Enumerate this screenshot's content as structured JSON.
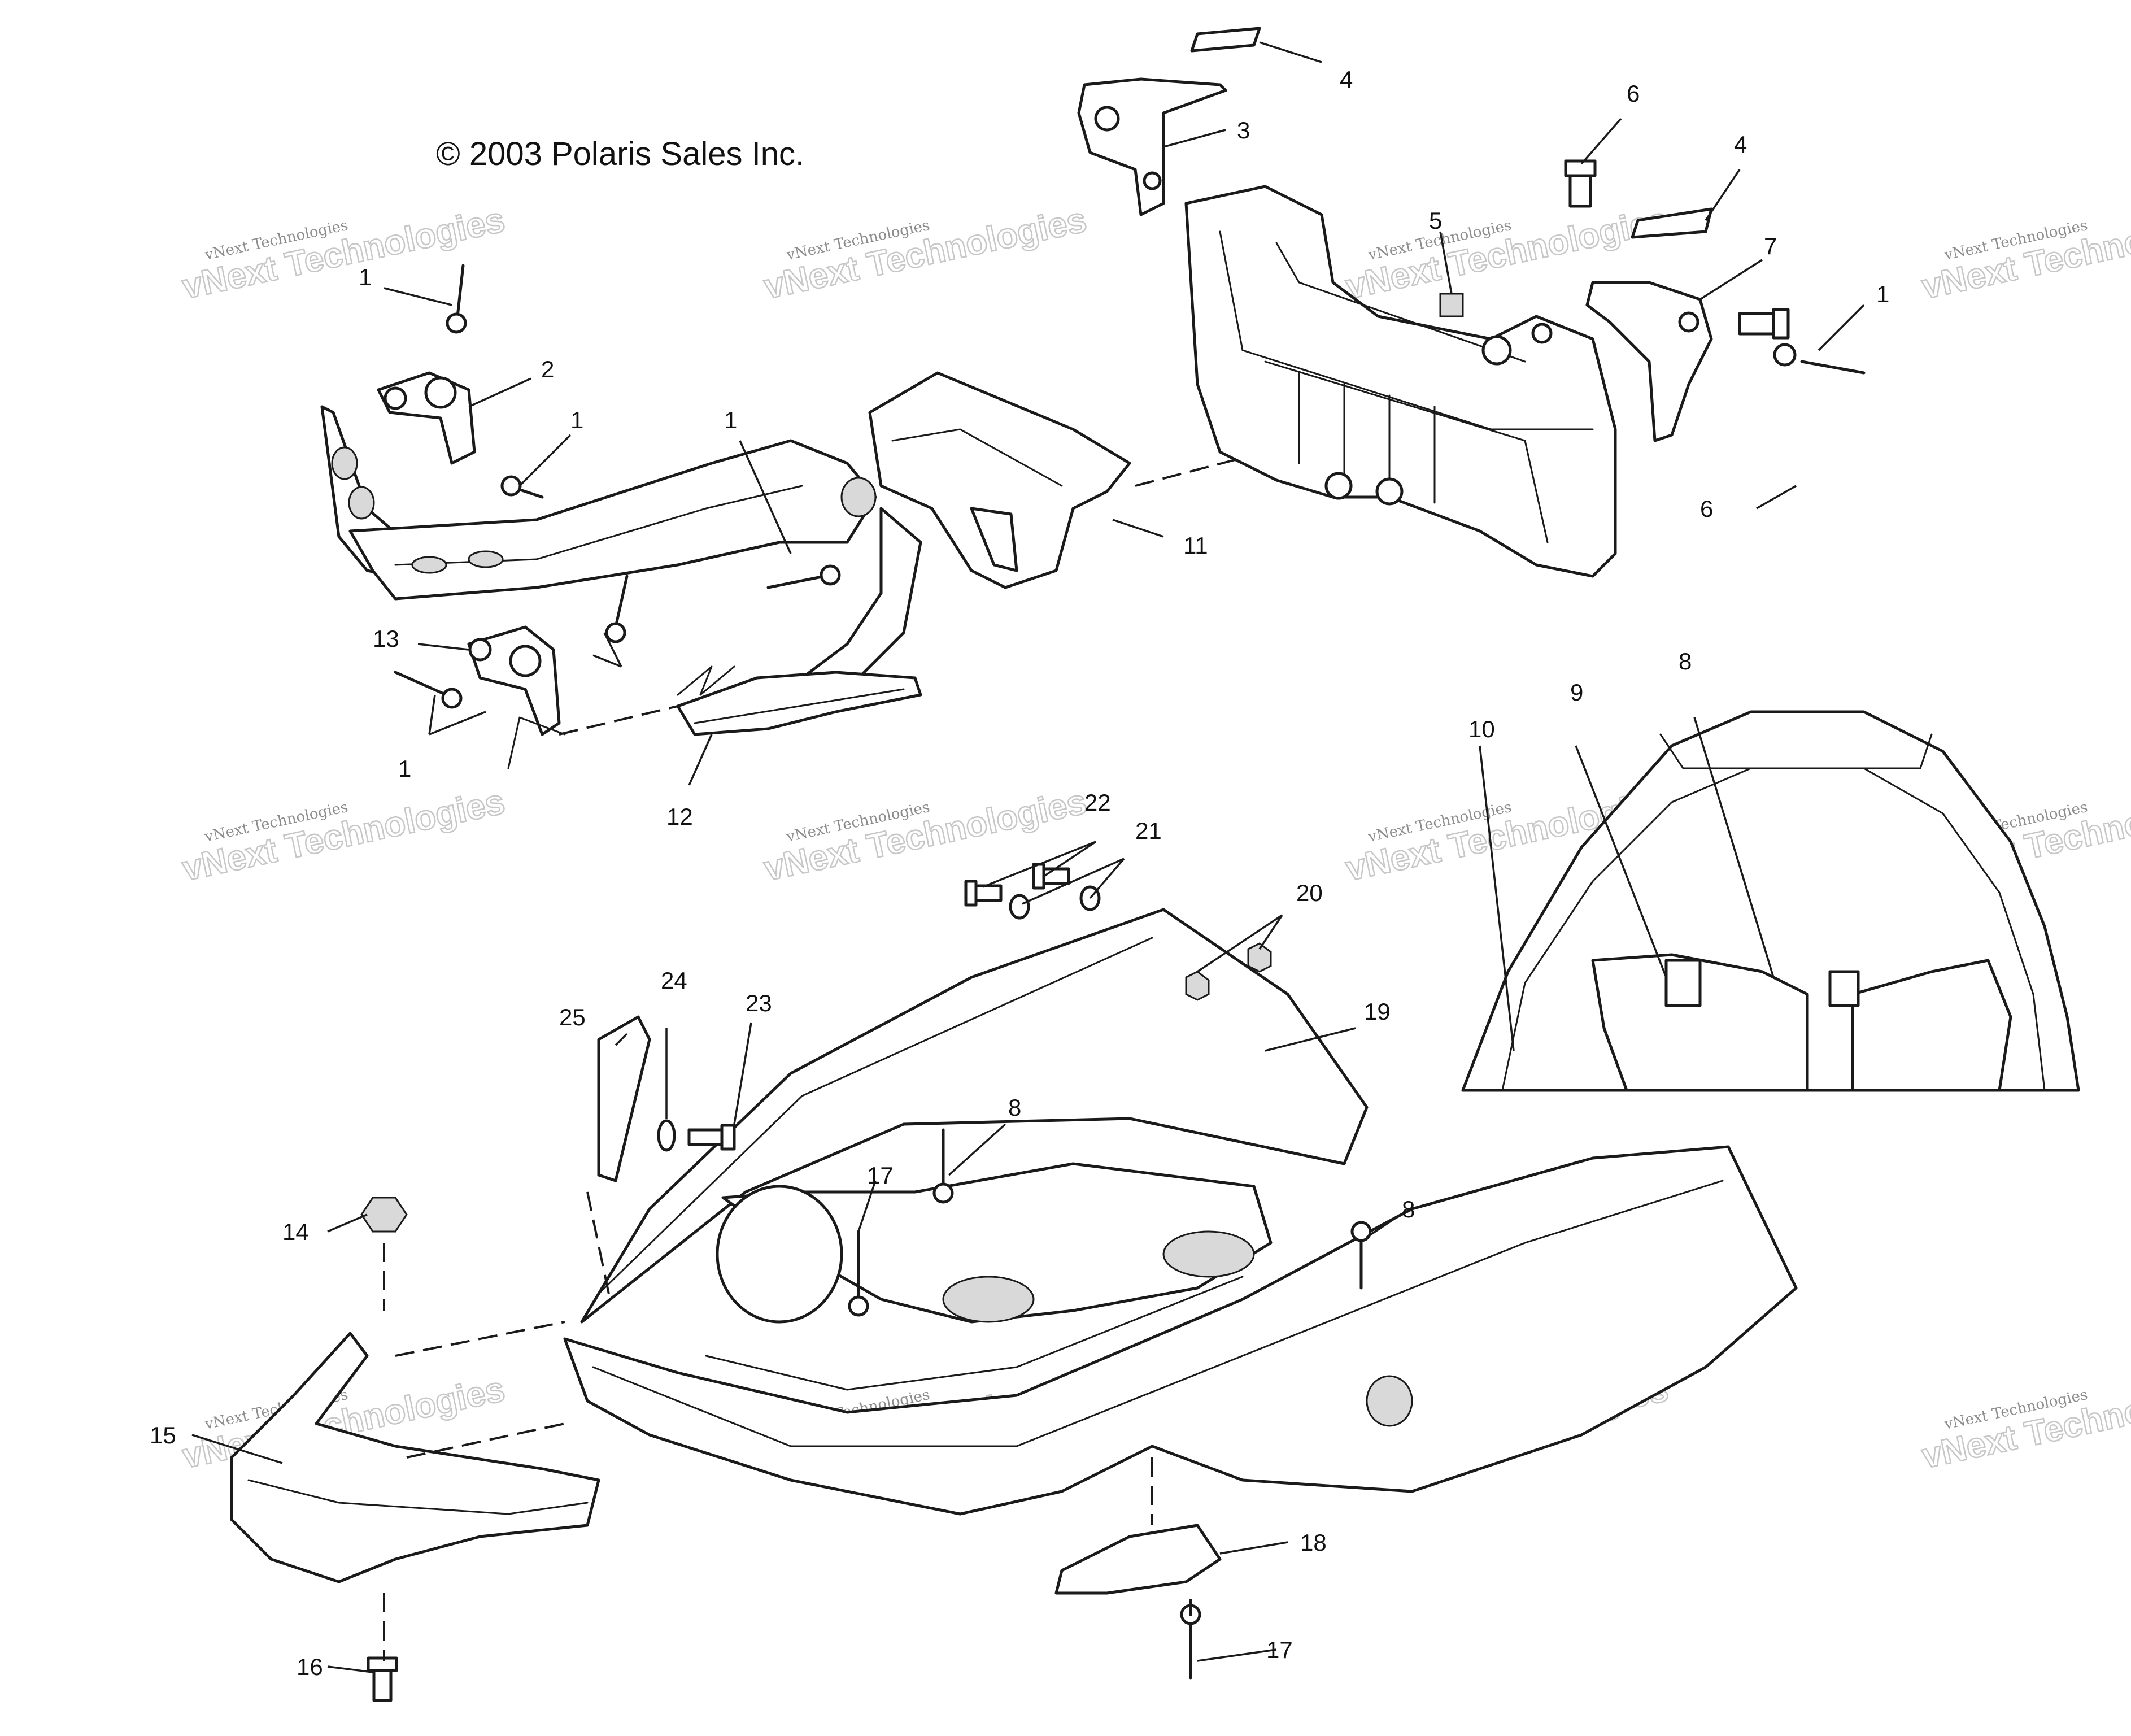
{
  "copyright": "© 2003 Polaris Sales Inc.",
  "watermark": {
    "small": "vNext Technologies",
    "large": "vNext Technologies"
  },
  "callouts": [
    "1",
    "2",
    "3",
    "4",
    "5",
    "6",
    "7",
    "8",
    "9",
    "10",
    "11",
    "12",
    "13",
    "14",
    "15",
    "16",
    "17",
    "18",
    "19",
    "20",
    "21",
    "22",
    "23",
    "24",
    "25"
  ],
  "icons": {
    "copyright_symbol": "circled-c"
  }
}
